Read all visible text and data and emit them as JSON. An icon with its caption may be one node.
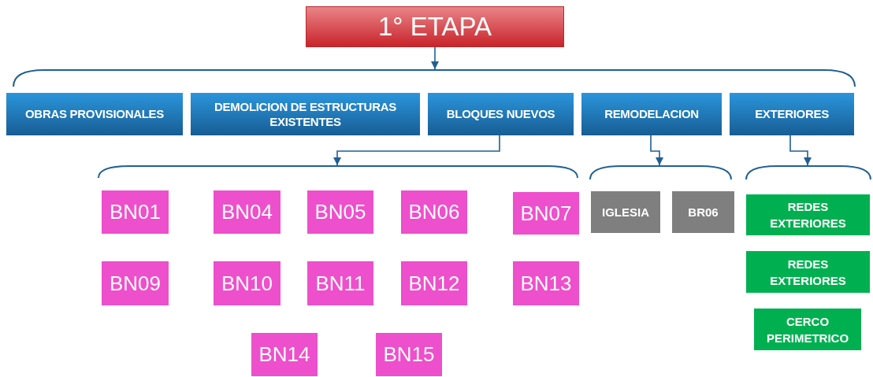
{
  "diagram": {
    "nodes": [
      {
        "text": [
          "1° ETAPA"
        ]
      },
      {
        "text": [],
        "shape": "bracket"
      },
      {
        "text": [
          "OBRAS PROVISIONALES"
        ]
      },
      {
        "text": [
          "DEMOLICION DE ESTRUCTURAS EXISTENTES"
        ]
      },
      {
        "text": [
          "BLOQUES NUEVOS"
        ]
      },
      {
        "text": [
          "REMODELACION"
        ]
      },
      {
        "text": [
          "EXTERIORES"
        ]
      },
      {
        "text": [],
        "shape": "bracket"
      },
      {
        "text": [],
        "shape": "bracket"
      },
      {
        "text": [],
        "shape": "bracket"
      },
      {
        "text": [
          "BN01"
        ]
      },
      {
        "text": [
          "BN04"
        ]
      },
      {
        "text": [
          "BN05"
        ]
      },
      {
        "text": [
          "BN06"
        ]
      },
      {
        "text": [
          "BN07"
        ]
      },
      {
        "text": [
          "BN09"
        ]
      },
      {
        "text": [
          "BN10"
        ]
      },
      {
        "text": [
          "BN11"
        ]
      },
      {
        "text": [
          "BN12"
        ]
      },
      {
        "text": [
          "BN13"
        ]
      },
      {
        "text": [
          "BN14"
        ]
      },
      {
        "text": [
          "BN15"
        ]
      },
      {
        "text": [
          "IGLESIA"
        ]
      },
      {
        "text": [
          "BR06"
        ]
      },
      {
        "text": [
          "REDES EXTERIORES"
        ]
      },
      {
        "text": [
          "REDES EXTERIORES"
        ]
      },
      {
        "text": [
          "CERCO PERIMETRICO"
        ]
      }
    ],
    "edges": [
      {
        "from": 0,
        "to": 1,
        "arrow": "to"
      },
      {
        "from": 4,
        "to": 7,
        "arrow": "to"
      },
      {
        "from": 5,
        "to": 8,
        "arrow": "to"
      },
      {
        "from": 6,
        "to": 9,
        "arrow": "to"
      }
    ]
  }
}
